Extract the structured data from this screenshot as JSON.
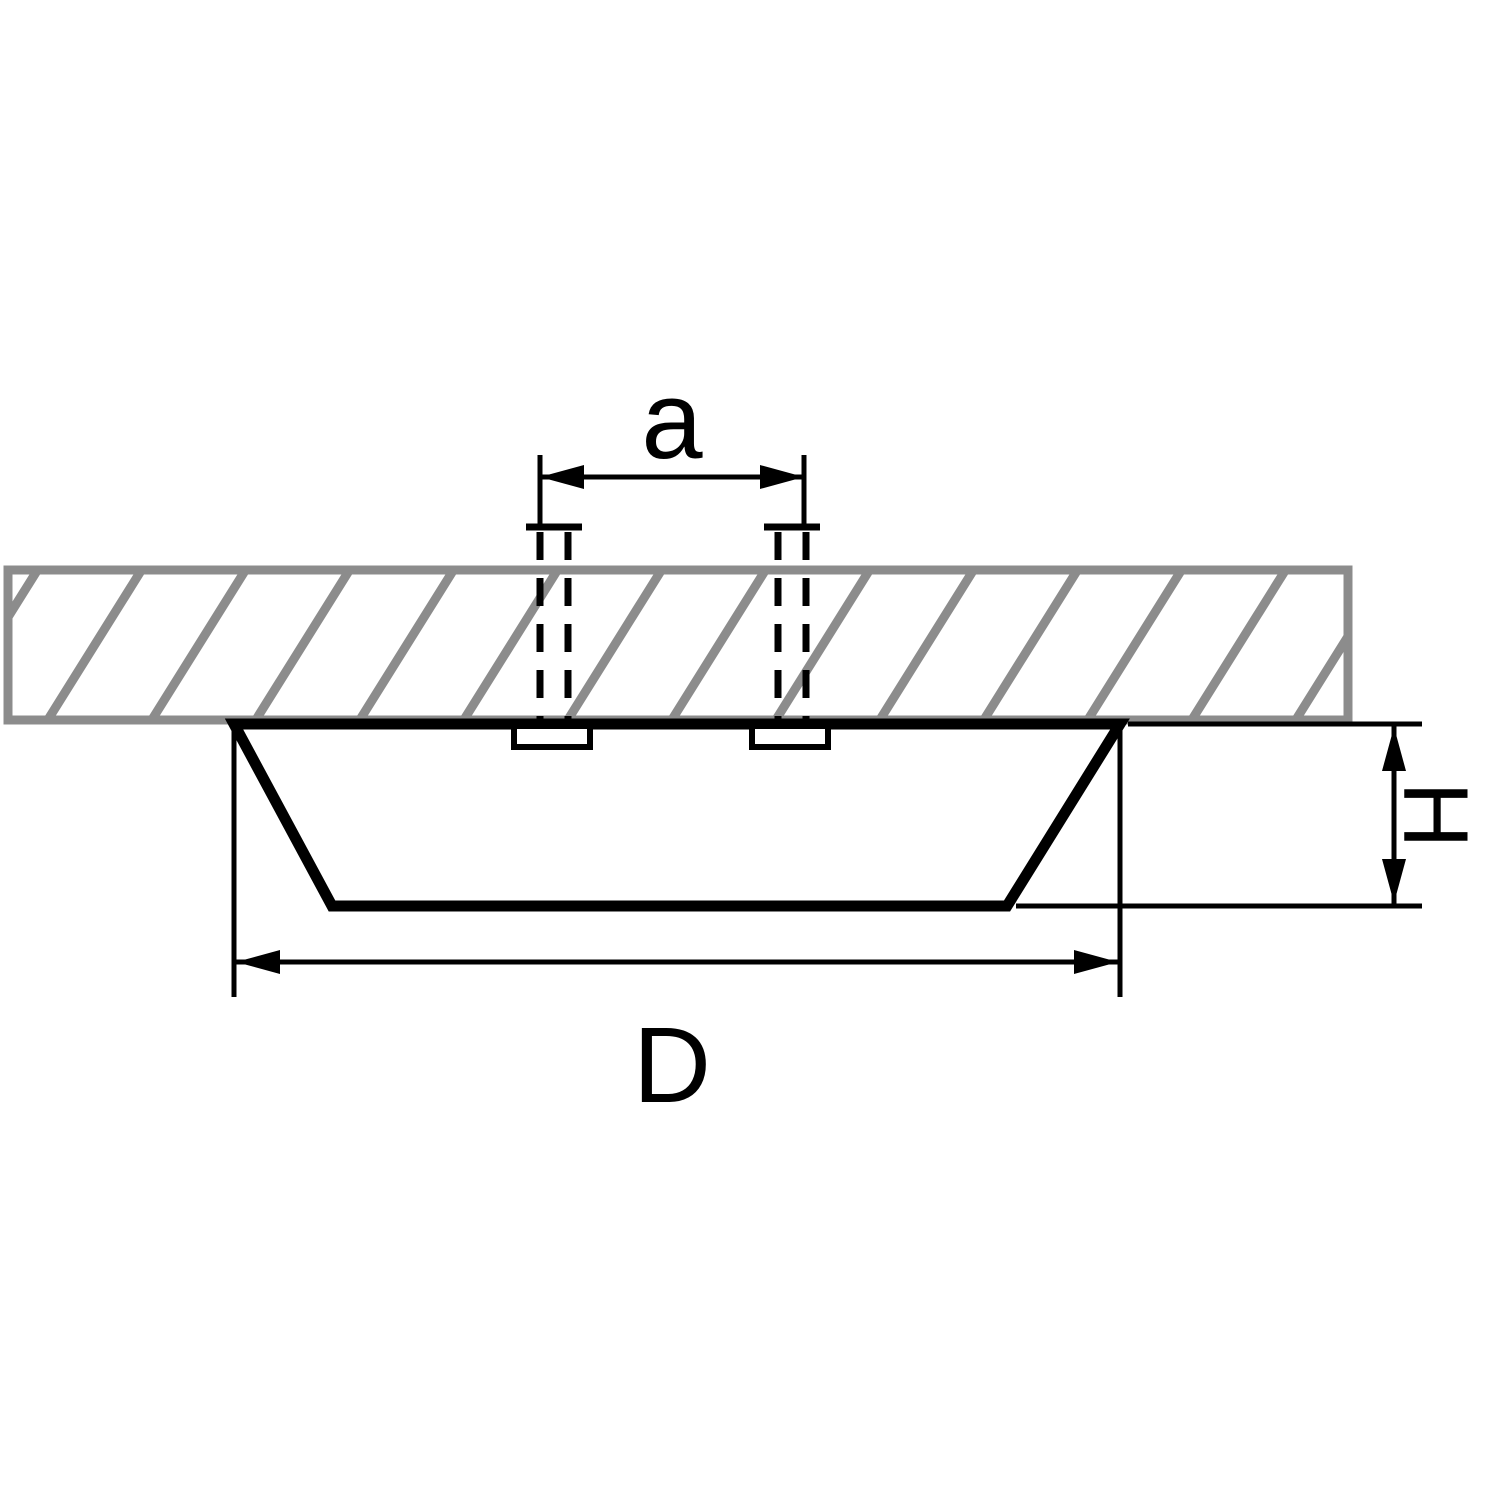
{
  "diagram": {
    "labels": {
      "hole_spacing": "a",
      "diameter": "D",
      "height": "H"
    },
    "colors": {
      "outline": "#000000",
      "ceiling_hatch": "#8c8c8c",
      "background": "#ffffff"
    }
  }
}
